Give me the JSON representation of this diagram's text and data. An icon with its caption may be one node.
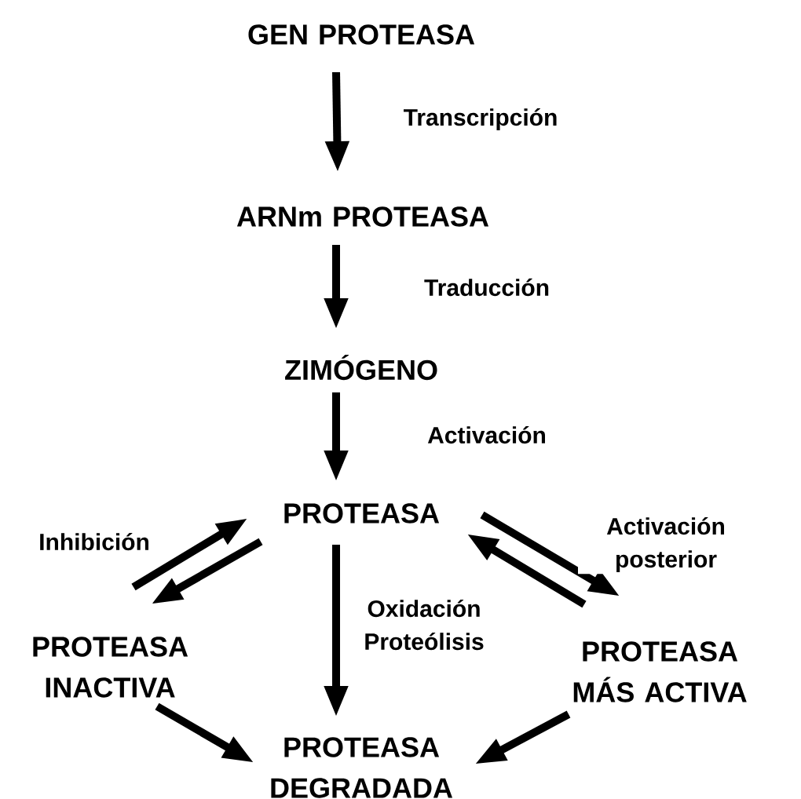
{
  "diagram": {
    "nodes": [
      {
        "text": [
          "GEN PROTEASA"
        ]
      },
      {
        "text": [
          "ARNm PROTEASA"
        ]
      },
      {
        "text": [
          "ZIMÓGENO"
        ]
      },
      {
        "text": [
          "PROTEASA"
        ]
      },
      {
        "text": [
          "PROTEASA INACTIVA"
        ]
      },
      {
        "text": [
          "PROTEASA MÁS ACTIVA"
        ]
      },
      {
        "text": [
          "PROTEASA DEGRADADA"
        ]
      }
    ],
    "edges": [
      {
        "from": 0,
        "to": 1,
        "arrow": "to",
        "label": "Transcripción"
      },
      {
        "from": 1,
        "to": 2,
        "arrow": "to",
        "label": "Traducción"
      },
      {
        "from": 2,
        "to": 3,
        "arrow": "to",
        "label": "Activación"
      },
      {
        "from": 4,
        "to": 3,
        "arrow": "to",
        "label": "Inhibición"
      },
      {
        "from": 3,
        "to": 4,
        "arrow": "to"
      },
      {
        "from": 3,
        "to": 6,
        "arrow": "to",
        "label": "Oxidación Proteólisis"
      },
      {
        "from": 3,
        "to": 5,
        "arrow": "to",
        "label": "Activación posterior"
      },
      {
        "from": 5,
        "to": 3,
        "arrow": "to"
      },
      {
        "from": 4,
        "to": 6,
        "arrow": "to"
      },
      {
        "from": 5,
        "to": 6,
        "arrow": "to"
      }
    ]
  }
}
